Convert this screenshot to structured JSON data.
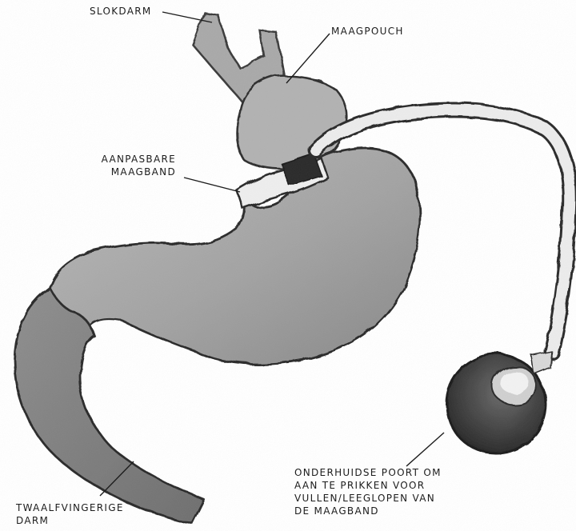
{
  "labels": {
    "slokdarm": "SLOKDARM",
    "maagpouch": "MAAGPOUCH",
    "maagband": [
      "AANPASBARE",
      "MAAGBAND"
    ],
    "darm": [
      "TWAALFVINGERIGE",
      "DARM"
    ],
    "poort": [
      "ONDERHUIDSE POORT OM",
      "AAN TE PRIKKEN VOOR",
      "VULLEN/LEEGLOPEN VAN",
      "DE MAAGBAND"
    ]
  }
}
